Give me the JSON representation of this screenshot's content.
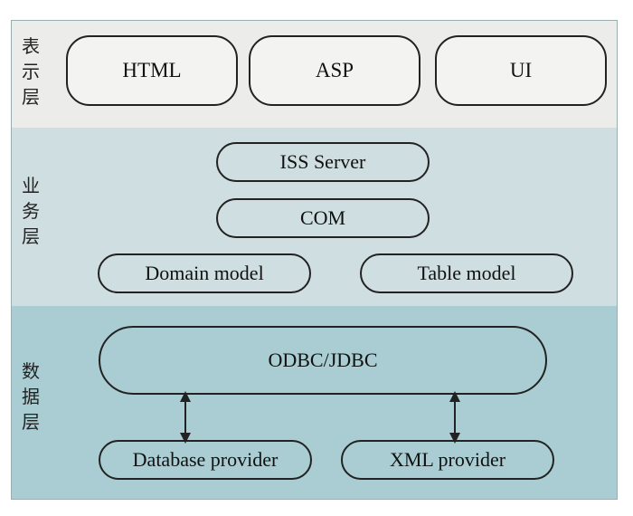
{
  "layers": {
    "presentation": {
      "label": "表示层",
      "color": "#ecedeb",
      "items": [
        "HTML",
        "ASP",
        "UI"
      ]
    },
    "business": {
      "label": "业务层",
      "color": "#cfdee0",
      "items": [
        "ISS Server",
        "COM",
        "Domain model",
        "Table model"
      ]
    },
    "data": {
      "label": "数据层",
      "color": "#a9cdd2",
      "items": [
        "ODBC/JDBC",
        "Database provider",
        "XML provider"
      ]
    }
  },
  "connector_color": "#222222"
}
